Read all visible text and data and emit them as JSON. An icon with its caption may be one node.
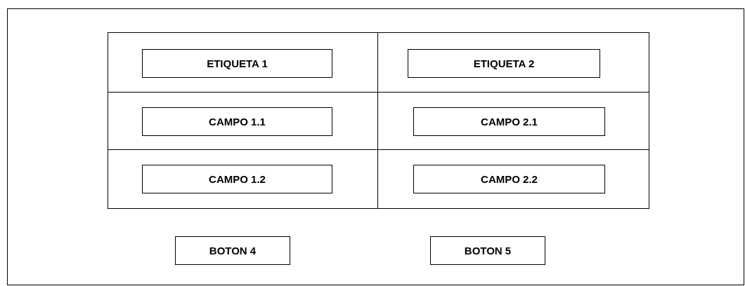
{
  "diagram": {
    "nodes": [
      {
        "text": [],
        "shape": "box"
      },
      {
        "text": [],
        "shape": "box",
        "in": 0
      },
      {
        "text": [
          "ETIQUETA 1"
        ],
        "in": 1
      },
      {
        "text": [
          "ETIQUETA 2"
        ],
        "in": 1
      },
      {
        "text": [
          "CAMPO 1.1"
        ],
        "in": 1
      },
      {
        "text": [
          "CAMPO 2.1"
        ],
        "in": 1
      },
      {
        "text": [
          "CAMPO 1.2"
        ],
        "in": 1
      },
      {
        "text": [
          "CAMPO 2.2"
        ],
        "in": 1
      },
      {
        "text": [
          "BOTON 4"
        ],
        "in": 0
      },
      {
        "text": [
          "BOTON 5"
        ],
        "in": 0
      }
    ]
  }
}
